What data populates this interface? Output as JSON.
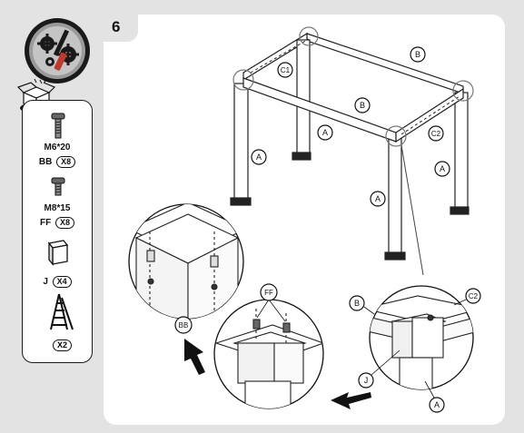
{
  "step": {
    "number": "6"
  },
  "parts": [
    {
      "code": "BB",
      "size": "M6*20",
      "qty": "X8"
    },
    {
      "code": "FF",
      "size": "M8*15",
      "qty": "X8"
    },
    {
      "code": "J",
      "qty": "X4"
    }
  ],
  "ladder": {
    "qty": "X2"
  },
  "callouts": {
    "A": "A",
    "B": "B",
    "C1": "C1",
    "C2": "C2",
    "BB": "BB",
    "FF": "FF",
    "J": "J"
  }
}
